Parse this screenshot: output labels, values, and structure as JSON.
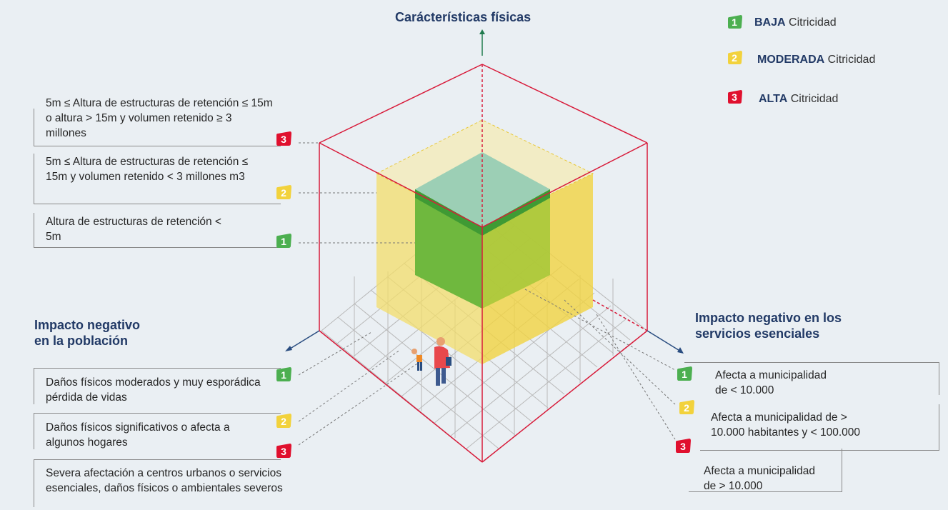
{
  "title": "Carácterísticas físicas",
  "legend": [
    {
      "num": "1",
      "strong": "BAJA",
      "rest": " Citricidad",
      "color": "#4caf50"
    },
    {
      "num": "2",
      "strong": "MODERADA",
      "rest": " Citricidad",
      "color": "#f2d23c"
    },
    {
      "num": "3",
      "strong": "ALTA",
      "rest": " Citricidad",
      "color": "#e0102e"
    }
  ],
  "physical": [
    "5m ≤ Altura de estructuras de retención ≤ 15m o altura > 15m y volumen retenido ≥ 3 millones",
    "5m ≤ Altura de estructuras de retención ≤ 15m y volumen retenido < 3 millones m3",
    "Altura de estructuras de retención < 5m"
  ],
  "population_title": [
    "Impacto negativo",
    "en la población"
  ],
  "population": [
    "Daños físicos moderados y muy esporádica pérdida de vidas",
    "Daños físicos significativos o afecta a algunos hogares",
    "Severa afectación a centros urbanos o servicios esenciales, daños físicos o ambientales severos"
  ],
  "services_title": [
    "Impacto negativo en los",
    "servicios esenciales"
  ],
  "services": [
    [
      "Afecta a municipalidad",
      "de < 10.000"
    ],
    [
      "Afecta a municipalidad de >",
      "10.000 habitantes y < 100.000"
    ],
    [
      "Afecta a municipalidad",
      "de > 10.000"
    ]
  ],
  "colors": {
    "low": "#4caf50",
    "moderate": "#f2d23c",
    "high": "#e0102e",
    "heading": "#223a66",
    "axis": "#1f7a4d"
  }
}
